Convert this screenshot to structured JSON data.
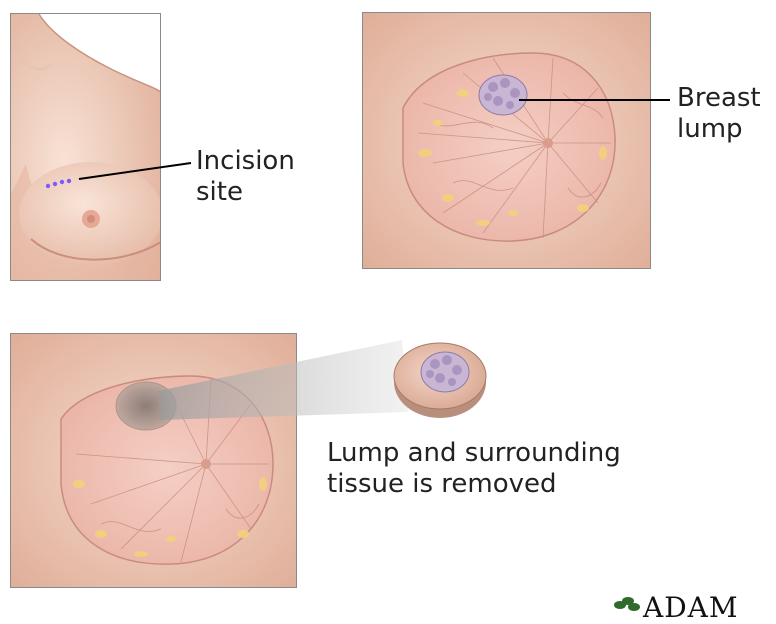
{
  "labels": {
    "incision": [
      "Incision",
      "site"
    ],
    "breast_lump": [
      "Breast",
      "lump"
    ],
    "removed": [
      "Lump and surrounding",
      "tissue is removed"
    ]
  },
  "logo": {
    "text": "ADAM"
  },
  "colors": {
    "skin": "#f3d5c4",
    "skin_shadow": "#d9a894",
    "tissue": "#f0bfb4",
    "tissue_lines": "#c98b80",
    "fat": "#f2d27a",
    "lump": "#b9a6c9",
    "incision": "#7a5cff",
    "leader": "#000000"
  },
  "icons": [
    "adam-logo-icon"
  ]
}
